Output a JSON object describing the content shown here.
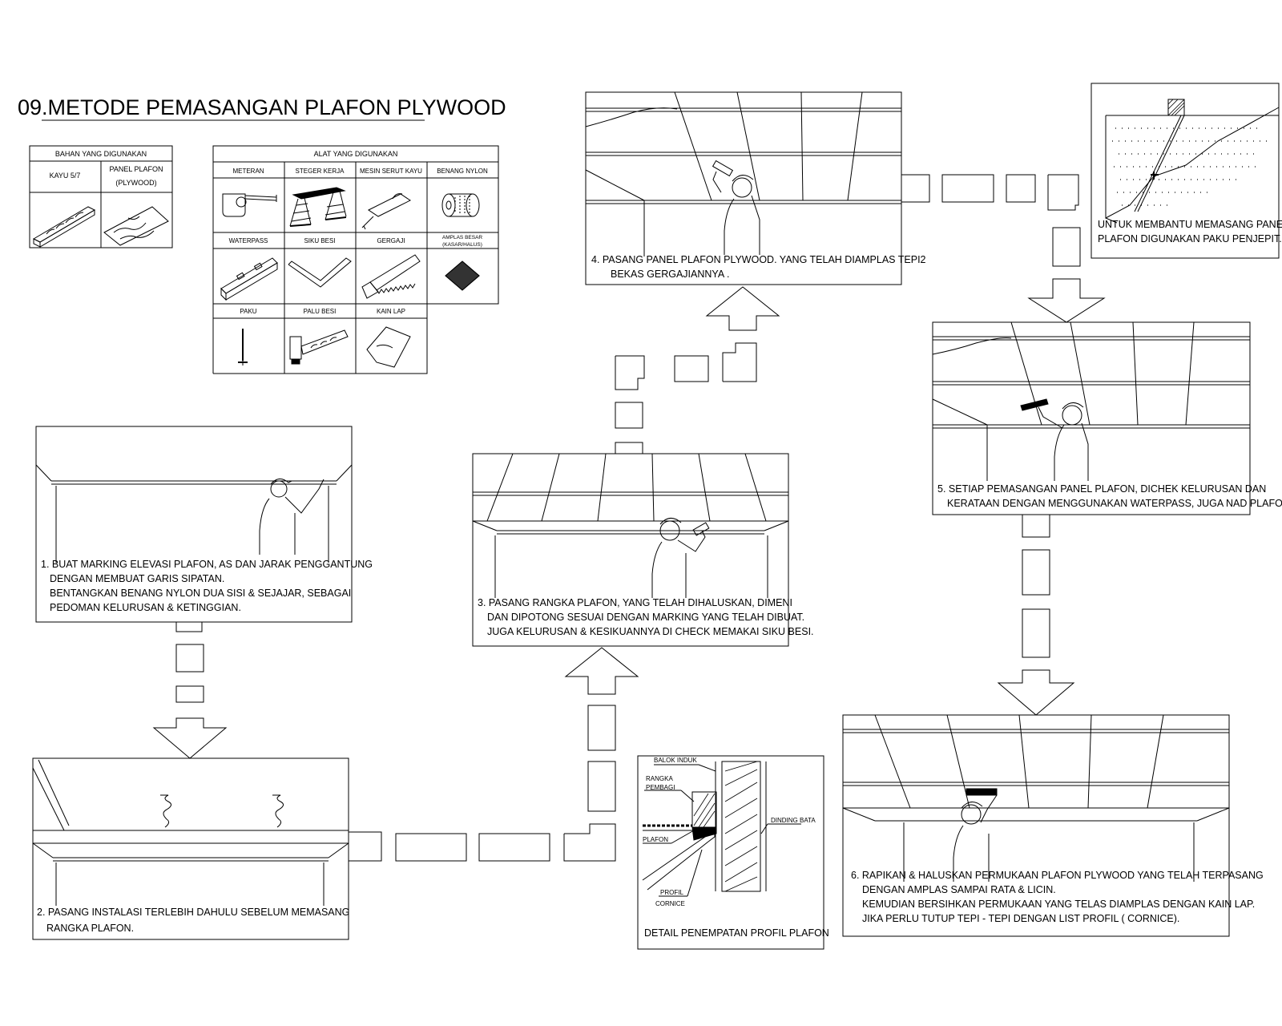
{
  "title": "09.METODE PEMASANGAN PLAFON PLYWOOD",
  "materials": {
    "header": "BAHAN YANG DIGUNAKAN",
    "items": [
      "KAYU 5/7",
      "PANEL PLAFON",
      "(PLYWOOD)"
    ]
  },
  "tools": {
    "header": "ALAT YANG DIGUNAKAN",
    "items": [
      "METERAN",
      "STEGER KERJA",
      "MESIN SERUT KAYU",
      "BENANG NYLON",
      "WATERPASS",
      "SIKU BESI",
      "GERGAJI",
      "AMPLAS BESAR",
      "(KASAR/HALUS)",
      "PAKU",
      "PALU BESI",
      "KAIN LAP"
    ]
  },
  "steps": {
    "s1": [
      "1. BUAT MARKING ELEVASI PLAFON, AS DAN JARAK PENGGANTUNG",
      "DENGAN MEMBUAT GARIS SIPATAN.",
      "BENTANGKAN BENANG NYLON DUA SISI & SEJAJAR, SEBAGAI",
      "PEDOMAN KELURUSAN & KETINGGIAN."
    ],
    "s2": [
      "2. PASANG INSTALASI TERLEBIH DAHULU SEBELUM MEMASANG",
      "RANGKA PLAFON."
    ],
    "s3": [
      "3. PASANG RANGKA PLAFON, YANG TELAH DIHALUSKAN, DIMENI",
      "DAN DIPOTONG SESUAI DENGAN MARKING YANG TELAH DIBUAT.",
      "JUGA KELURUSAN & KESIKUANNYA DI CHECK MEMAKAI SIKU BESI."
    ],
    "s4": [
      "4. PASANG PANEL PLAFON PLYWOOD. YANG TELAH DIAMPLAS TEPI2",
      "BEKAS GERGAJIANNYA ."
    ],
    "s5": [
      "5. SETIAP PEMASANGAN PANEL PLAFON, DICHEK KELURUSAN DAN",
      "KERATAAN DENGAN MENGGUNAKAN WATERPASS, JUGA NAD PLAFON."
    ],
    "s6": [
      "6. RAPIKAN & HALUSKAN PERMUKAAN PLAFON PLYWOOD YANG TELAH TERPASANG",
      "DENGAN AMPLAS SAMPAI RATA & LICIN.",
      "KEMUDIAN BERSIHKAN PERMUKAAN YANG TELAS DIAMPLAS DENGAN KAIN LAP.",
      "JIKA PERLU TUTUP TEPI - TEPI DENGAN LIST PROFIL ( CORNICE)."
    ]
  },
  "nail_note": [
    "UNTUK MEMBANTU MEMASANG PANEL",
    "PLAFON DIGUNAKAN PAKU PENJEPIT."
  ],
  "detail": {
    "labels": [
      "BALOK INDUK",
      "RANGKA",
      "PEMBAGI",
      "PLAFON",
      "PROFIL",
      "CORNICE",
      "DINDING BATA"
    ],
    "caption": "DETAIL PENEMPATAN PROFIL PLAFON"
  }
}
